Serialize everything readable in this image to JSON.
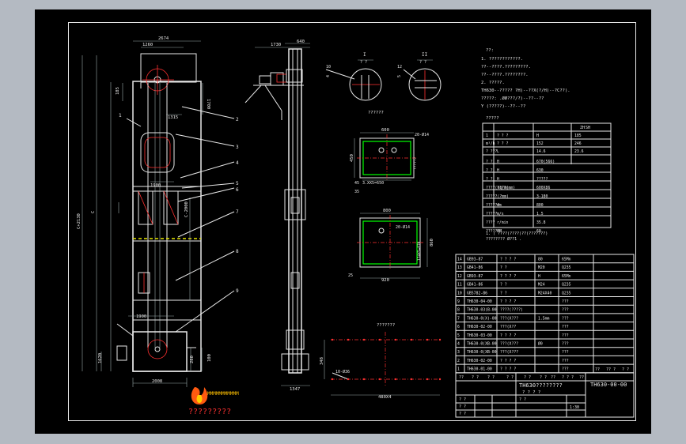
{
  "elevation": {
    "dims": {
      "top_width": "2674",
      "top_left": "1260",
      "h_185": "185",
      "h_1700": "1700",
      "w_1315": "1315",
      "total_height": "C+2130",
      "c_label": "C",
      "sec_2000": "C-2000",
      "w_1900": "1900",
      "w_1900b": "1900",
      "h_1620": "1620",
      "h_280": "280",
      "h_100": "100",
      "base_width": "2008"
    },
    "balloons": [
      "1",
      "2",
      "3",
      "4",
      "5",
      "6",
      "7",
      "8",
      "9"
    ]
  },
  "side_view": {
    "dims": {
      "w_1730": "1730",
      "w_640": "640",
      "base": "1347"
    }
  },
  "details": {
    "detail_i": {
      "label": "I",
      "scale": "? ?",
      "dim": "10",
      "dim2": "4"
    },
    "detail_ii": {
      "label": "II",
      "scale": "? ?",
      "dim": "12",
      "dim2": "5"
    },
    "detail_title": "??????"
  },
  "flange_top": {
    "w": "600",
    "h": "450",
    "note": "20-Ø14",
    "bolt": "3.XX5=650",
    "side": "45",
    "side2": "35",
    "title": "??????"
  },
  "flange_bottom": {
    "w": "800",
    "h": "860",
    "note": "20-Ø14",
    "bolt": "174X5=870",
    "w2": "920",
    "side": "25"
  },
  "base_plan": {
    "title": "???????",
    "h": "348",
    "note": "10-Ø36",
    "w": "480X4"
  },
  "notes": {
    "title": "??:",
    "lines": [
      "1. ????????????.",
      "   ??--????.?????????.",
      "   ??--????.????????.",
      "2. ?????.",
      "   TH630--????? ?H)--??X(?/H)--?C??).",
      "   ?????:  .ØØ???/?)--??--??",
      "         Y (?????)--??--??"
    ]
  },
  "params": {
    "title": "?????",
    "header": [
      "",
      "",
      "ZH",
      "SH"
    ],
    "rows": [
      [
        "1",
        "? ? ?",
        "H",
        "185"
      ],
      [
        "m³/h",
        "? ? ?",
        "152",
        "246"
      ],
      [
        "? ???",
        "L",
        "14.6",
        "23.6"
      ],
      [
        "? ?",
        "H",
        "670(566)",
        ""
      ],
      [
        "? ?",
        "H",
        "630",
        ""
      ],
      [
        "? ?",
        "H",
        "?????",
        ""
      ],
      [
        "????(kg/m)",
        "????(mm)",
        "600X86",
        ""
      ],
      [
        "?????(?mm)",
        "",
        "3-180",
        ""
      ],
      [
        "??????",
        "mm",
        "800",
        ""
      ],
      [
        "?????",
        "m/s",
        "1.5",
        ""
      ],
      [
        "????",
        "r/min",
        "35.8",
        ""
      ],
      [
        "???????",
        "HH",
        "60",
        ""
      ]
    ],
    "foot": [
      "1. ( ????(????)??(???????)",
      "   ????????  Ø??1 ."
    ]
  },
  "bom": {
    "rows": [
      [
        "14",
        "GB93-87",
        "? ? ? ?",
        "80",
        "65Mn"
      ],
      [
        "13",
        "GB41-86",
        "? ?",
        "M20",
        "Q235"
      ],
      [
        "12",
        "GB93-87",
        "? ? ? ?",
        "H",
        "65Mn"
      ],
      [
        "11",
        "GB41-86",
        "? ?",
        "M24",
        "Q235"
      ],
      [
        "10",
        "GB5782-86",
        "? ?",
        "M24X40",
        "Q235"
      ],
      [
        "9",
        "TH630-04-00",
        "? ? ? ?",
        "",
        "???"
      ],
      [
        "8",
        "TH630-03(B-00",
        "????(????)",
        "",
        "???"
      ],
      [
        "7",
        "TH630-0(X)-00",
        "???(X???",
        "1.5mm",
        "???"
      ],
      [
        "6",
        "TH630-02-00",
        "???(X??",
        "",
        "???"
      ],
      [
        "5",
        "TH630-03-00",
        "? ? ? ?",
        "",
        "???"
      ],
      [
        "4",
        "TH630-0(XB-00",
        "???(X???",
        "Ø0",
        "???"
      ],
      [
        "3",
        "TH630-0(XB-00",
        "???(X???",
        "",
        "???"
      ],
      [
        "2",
        "TH630-02-00",
        "? ? ? ?",
        "",
        "???"
      ],
      [
        "1",
        "TH630-01-00",
        "? ? ? ?",
        "",
        "???"
      ]
    ],
    "header": [
      "??",
      "? ?",
      "? ?",
      "? ?",
      "? ?",
      "? ?",
      "??",
      "? ? ?",
      "??",
      "??",
      "?? ?",
      "? ?"
    ],
    "title_name": "TH630????????",
    "title_sub": "? ?      ? ?",
    "drawing_no": "TH630-00-00",
    "scale": "1:30",
    "sig": [
      "? ?",
      "? ?",
      "? ?",
      "? ?"
    ]
  },
  "watermark": {
    "site": "?????????",
    "brand": "MMMMMMMMMMM"
  }
}
